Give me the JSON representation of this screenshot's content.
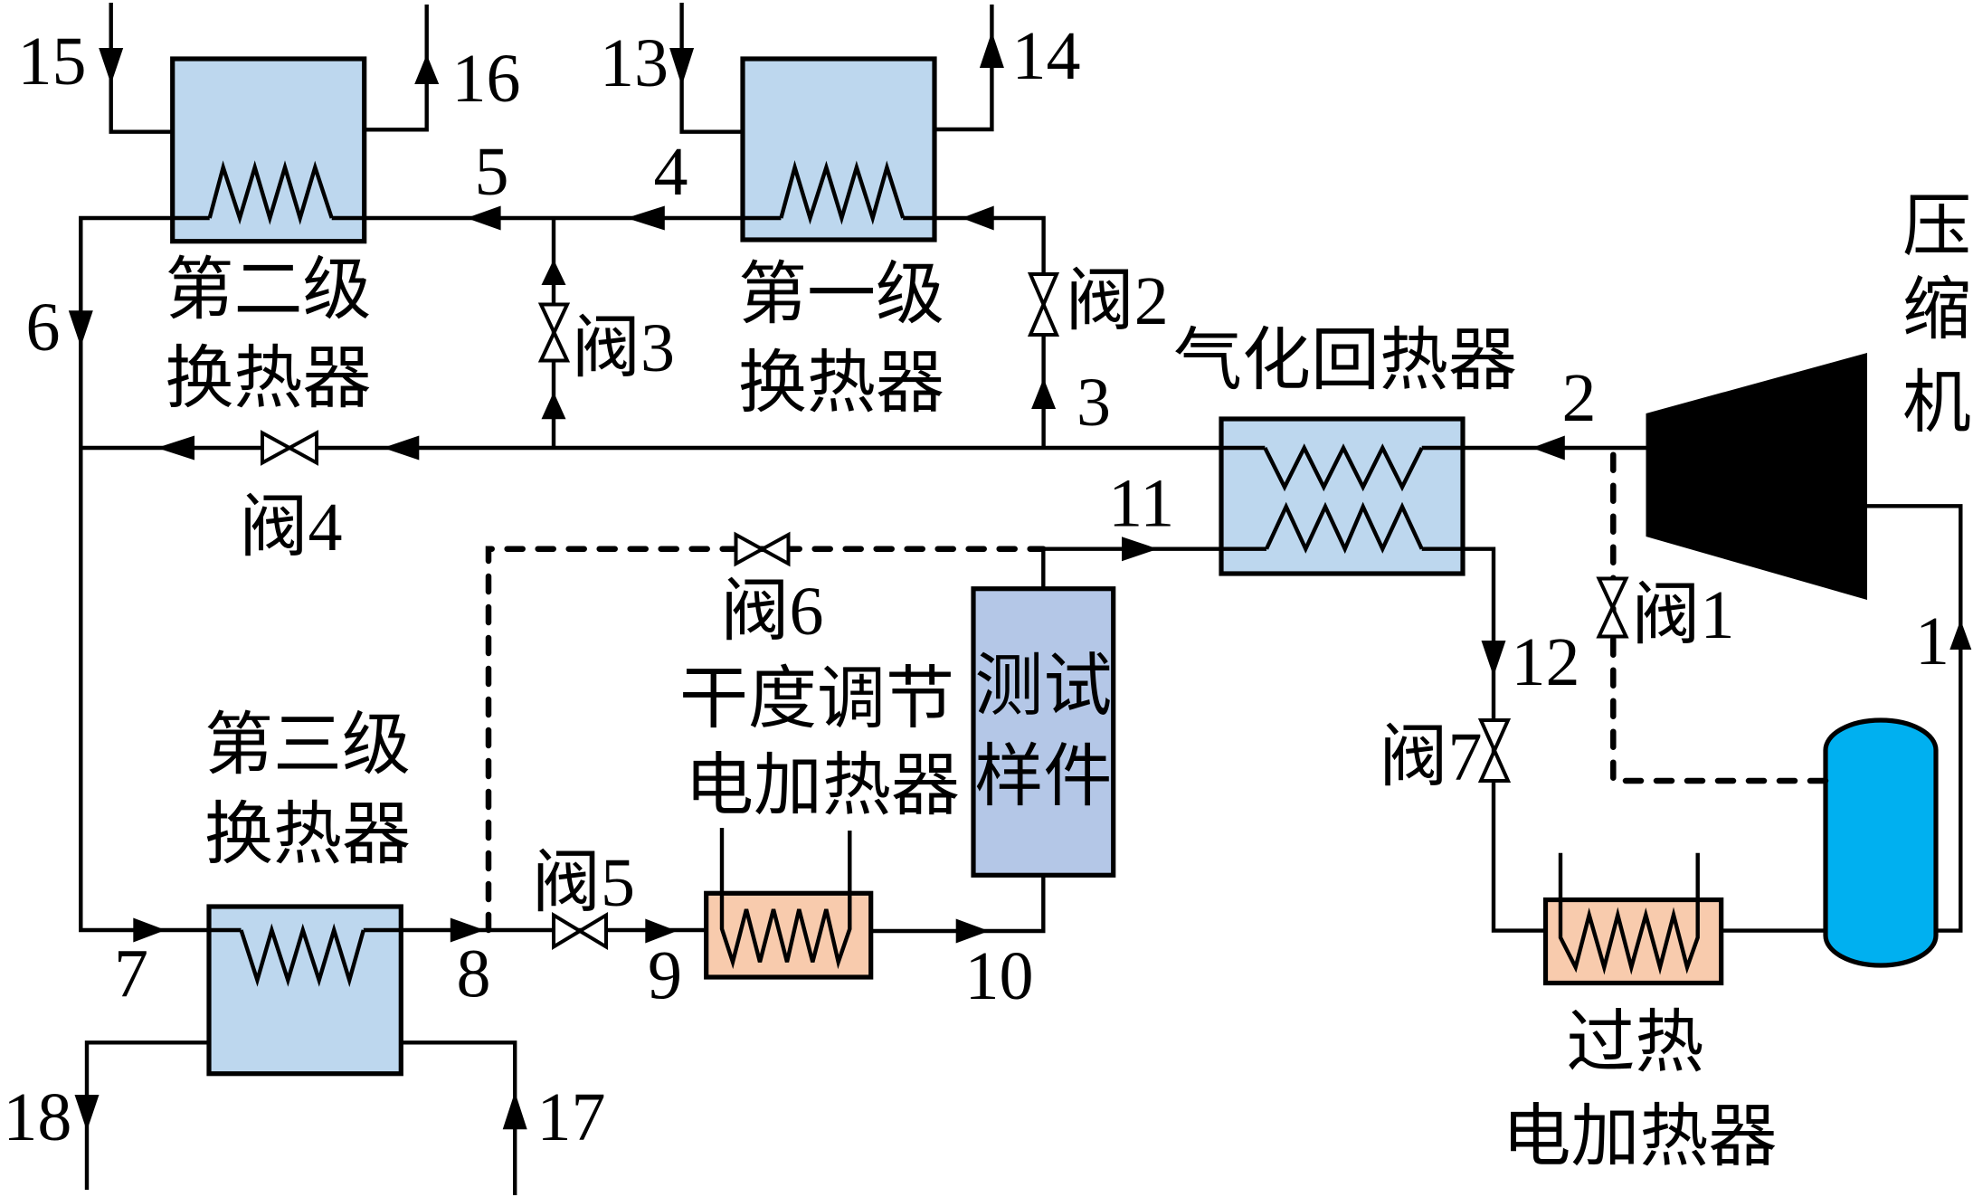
{
  "components": {
    "hx_stage1": {
      "name_line1": "第一级",
      "name_line2": "换热器"
    },
    "hx_stage2": {
      "name_line1": "第二级",
      "name_line2": "换热器"
    },
    "hx_stage3": {
      "name_line1": "第三级",
      "name_line2": "换热器"
    },
    "vaporization_recuperator": {
      "name": "气化回热器"
    },
    "compressor": {
      "name_chars": [
        "压",
        "缩",
        "机"
      ]
    },
    "dryness_heater": {
      "name_line1": "干度调节",
      "name_line2": "电加热器"
    },
    "test_sample": {
      "name_line1": "测试",
      "name_line2": "样件"
    },
    "superheat_heater": {
      "name_line1": "过热",
      "name_line2": "电加热器"
    }
  },
  "valves": {
    "v1": "阀1",
    "v2": "阀2",
    "v3": "阀3",
    "v4": "阀4",
    "v5": "阀5",
    "v6": "阀6",
    "v7": "阀7"
  },
  "state_points": {
    "p1": "1",
    "p2": "2",
    "p3": "3",
    "p4": "4",
    "p5": "5",
    "p6": "6",
    "p7": "7",
    "p8": "8",
    "p9": "9",
    "p10": "10",
    "p11": "11",
    "p12": "12",
    "p13": "13",
    "p14": "14",
    "p15": "15",
    "p16": "16",
    "p17": "17",
    "p18": "18"
  },
  "colors": {
    "heat_exchanger_fill": "#bdd7ee",
    "test_sample_fill": "#b4c7e7",
    "electric_heater_fill": "#f8cbad",
    "tank_fill": "#00b0f0",
    "compressor_fill": "#000000",
    "valve_fill": "#ffffff",
    "line": "#000000"
  }
}
